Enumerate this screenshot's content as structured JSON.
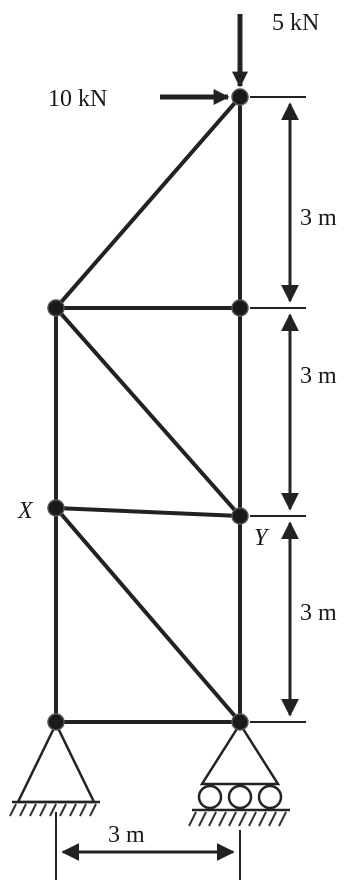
{
  "loads": {
    "vertical": "5 kN",
    "horizontal": "10 kN"
  },
  "dimensions": {
    "seg_top": "3 m",
    "seg_middle": "3 m",
    "seg_bottom": "3 m",
    "width": "3 m"
  },
  "joints": {
    "left_mid": "X",
    "right_mid": "Y"
  },
  "colors": {
    "member": "#222222",
    "support_fill": "#ffffff",
    "hatch": "#333333"
  }
}
